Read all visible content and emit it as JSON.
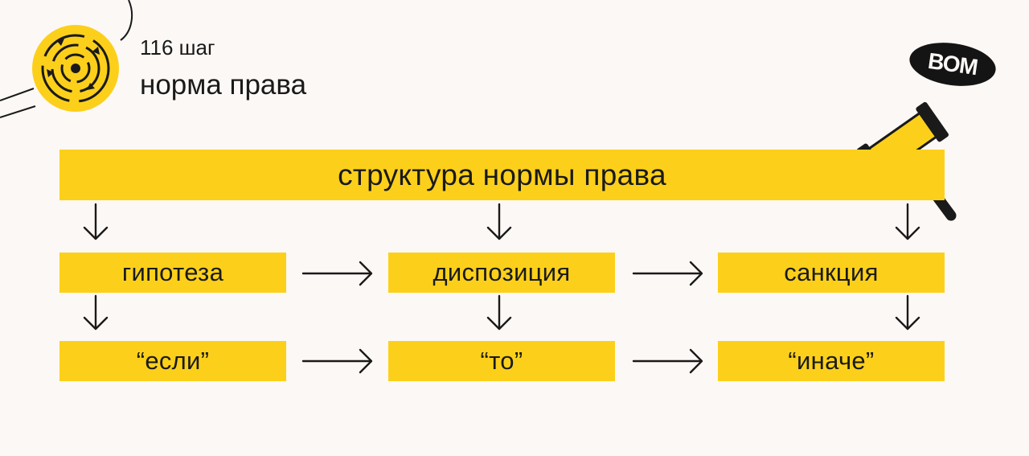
{
  "header": {
    "step": "116 шаг",
    "title": "норма права"
  },
  "logo": {
    "text": "ВОМ",
    "icon": "cycle-badge-icon"
  },
  "diagram": {
    "root": "структура нормы права",
    "elements": [
      "гипотеза",
      "диспозиция",
      "санкция"
    ],
    "meanings": [
      "“если”",
      "“то”",
      "“иначе”"
    ]
  },
  "decorations": {
    "gavel": "gavel-icon"
  },
  "colors": {
    "accent": "#fcd01a",
    "background": "#fcf8f5",
    "ink": "#141414"
  }
}
